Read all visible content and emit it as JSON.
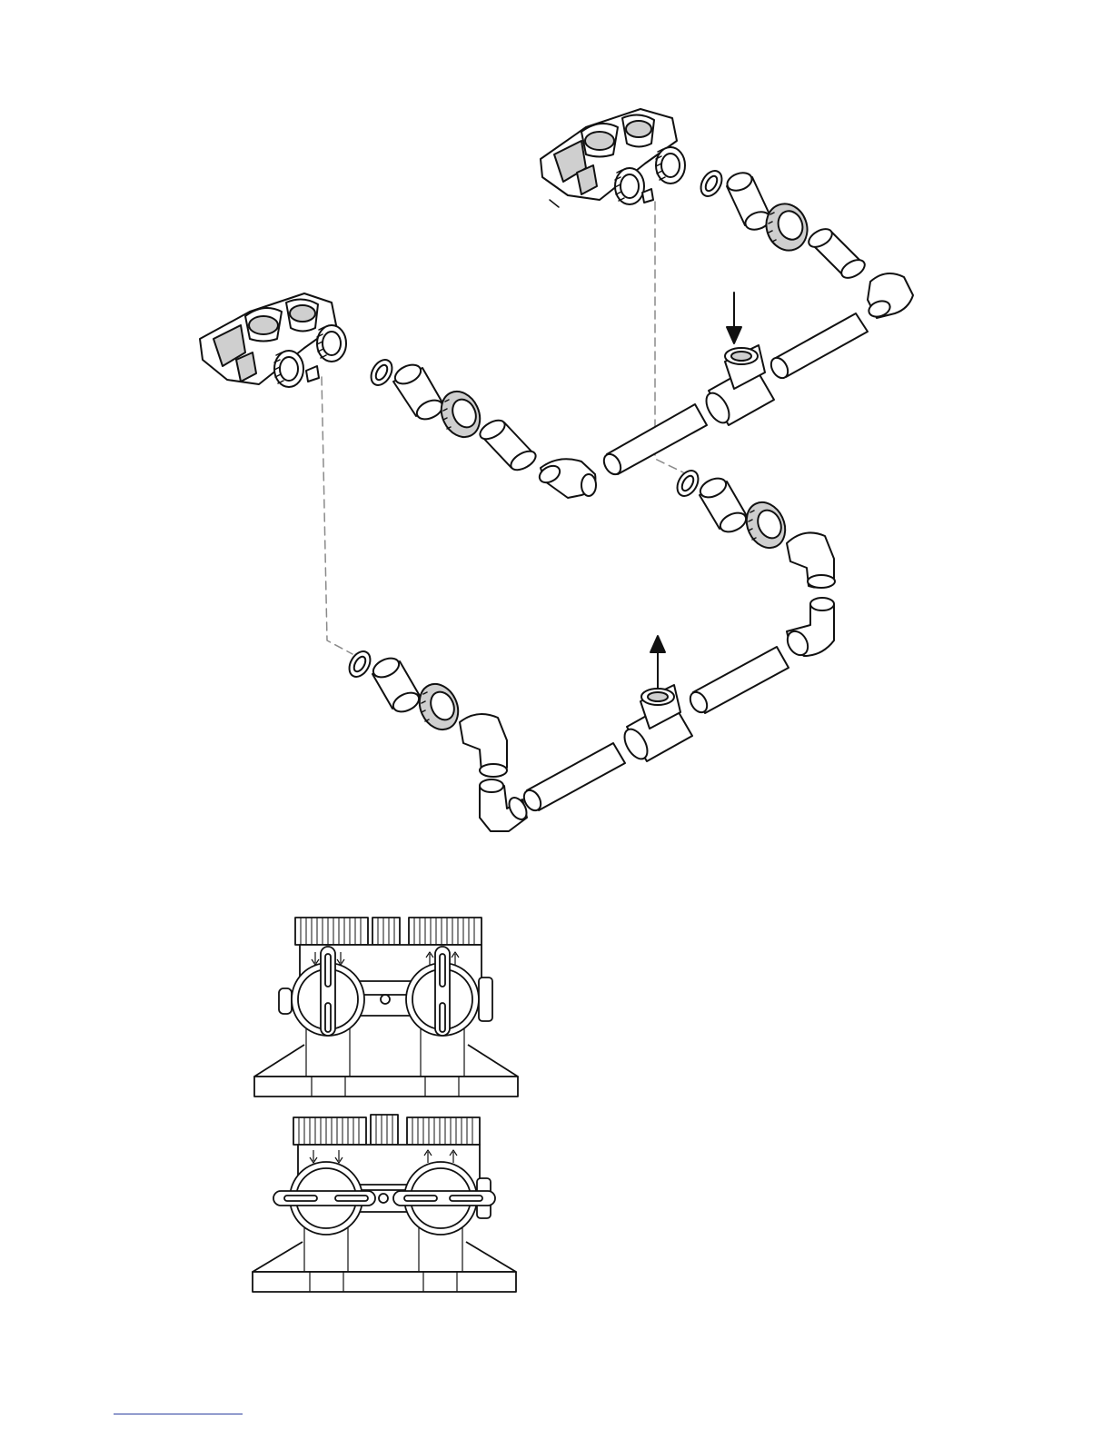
{
  "figure": {
    "type": "plumbing-bypass-installation-diagram",
    "lettering": "none",
    "colors": {
      "line": "#111111",
      "dash": "#8a8a8a",
      "fill": "#ffffff",
      "shade": "#cfcfcf",
      "footer_rule": "#2b3f9e"
    },
    "upper_diagram": {
      "components": [
        "bypass-valve-body",
        "o-ring",
        "adapter-tube",
        "coupling-nut",
        "pipe-coupling",
        "elbow",
        "pipe",
        "tee",
        "flow-arrow-in",
        "flow-arrow-out"
      ]
    },
    "lower_diagram": {
      "views": [
        {
          "name": "valves-service-position",
          "handles": "vertical"
        },
        {
          "name": "valves-bypass-position",
          "handles": "horizontal"
        }
      ]
    }
  }
}
